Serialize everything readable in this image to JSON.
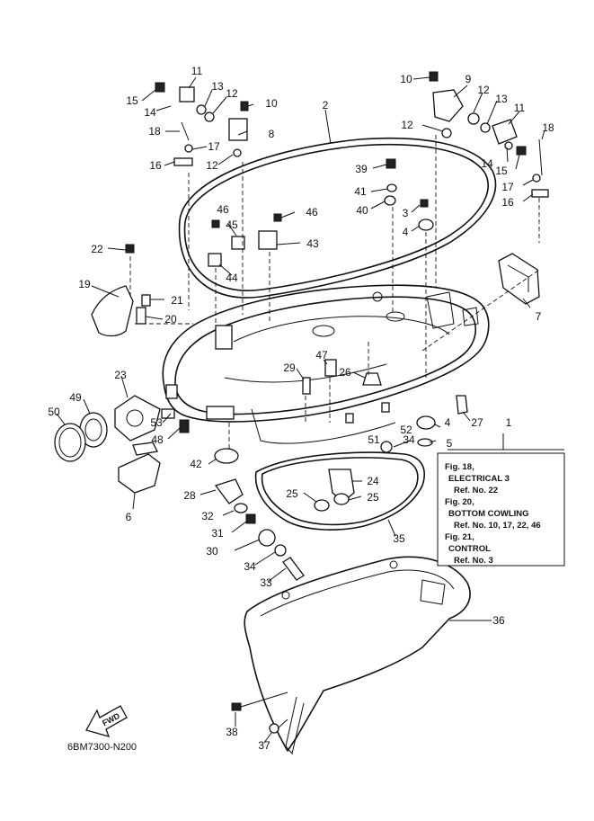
{
  "diagram_code": "6BM7300-N200",
  "fwd_label": "FWD",
  "note_lines": [
    "Fig. 18,",
    "ELECTRICAL 3",
    "Ref. No. 22",
    "Fig. 20,",
    "BOTTOM COWLING",
    "Ref. No. 10, 17, 22, 46",
    "Fig. 21,",
    "CONTROL",
    "Ref. No. 3"
  ],
  "callouts": [
    {
      "id": "c11a",
      "text": "11"
    },
    {
      "id": "c15a",
      "text": "15"
    },
    {
      "id": "c14a",
      "text": "14"
    },
    {
      "id": "c13a",
      "text": "13"
    },
    {
      "id": "c12a",
      "text": "12"
    },
    {
      "id": "c10a",
      "text": "10"
    },
    {
      "id": "c18a",
      "text": "18"
    },
    {
      "id": "c17a",
      "text": "17"
    },
    {
      "id": "c8",
      "text": "8"
    },
    {
      "id": "c16a",
      "text": "16"
    },
    {
      "id": "c12b",
      "text": "12"
    },
    {
      "id": "c2",
      "text": "2"
    },
    {
      "id": "c10b",
      "text": "10"
    },
    {
      "id": "c9",
      "text": "9"
    },
    {
      "id": "c12c",
      "text": "12"
    },
    {
      "id": "c13b",
      "text": "13"
    },
    {
      "id": "c12d",
      "text": "12"
    },
    {
      "id": "c11b",
      "text": "11"
    },
    {
      "id": "c18b",
      "text": "18"
    },
    {
      "id": "c14b",
      "text": "14"
    },
    {
      "id": "c15b",
      "text": "15"
    },
    {
      "id": "c17b",
      "text": "17"
    },
    {
      "id": "c16b",
      "text": "16"
    },
    {
      "id": "c39",
      "text": "39"
    },
    {
      "id": "c41",
      "text": "41"
    },
    {
      "id": "c40",
      "text": "40"
    },
    {
      "id": "c3",
      "text": "3"
    },
    {
      "id": "c4a",
      "text": "4"
    },
    {
      "id": "c46a",
      "text": "46"
    },
    {
      "id": "c45",
      "text": "45"
    },
    {
      "id": "c46b",
      "text": "46"
    },
    {
      "id": "c43",
      "text": "43"
    },
    {
      "id": "c44",
      "text": "44"
    },
    {
      "id": "c22",
      "text": "22"
    },
    {
      "id": "c19",
      "text": "19"
    },
    {
      "id": "c21",
      "text": "21"
    },
    {
      "id": "c20",
      "text": "20"
    },
    {
      "id": "c7",
      "text": "7"
    },
    {
      "id": "c29",
      "text": "29"
    },
    {
      "id": "c47",
      "text": "47"
    },
    {
      "id": "c26",
      "text": "26"
    },
    {
      "id": "c23",
      "text": "23"
    },
    {
      "id": "c49",
      "text": "49"
    },
    {
      "id": "c50",
      "text": "50"
    },
    {
      "id": "c53",
      "text": "53"
    },
    {
      "id": "c48",
      "text": "48"
    },
    {
      "id": "c27",
      "text": "27"
    },
    {
      "id": "c1",
      "text": "1"
    },
    {
      "id": "c52",
      "text": "52"
    },
    {
      "id": "c4b",
      "text": "4"
    },
    {
      "id": "c51",
      "text": "51"
    },
    {
      "id": "c34a",
      "text": "34"
    },
    {
      "id": "c5",
      "text": "5"
    },
    {
      "id": "c42",
      "text": "42"
    },
    {
      "id": "c6",
      "text": "6"
    },
    {
      "id": "c28",
      "text": "28"
    },
    {
      "id": "c24",
      "text": "24"
    },
    {
      "id": "c25a",
      "text": "25"
    },
    {
      "id": "c25b",
      "text": "25"
    },
    {
      "id": "c32",
      "text": "32"
    },
    {
      "id": "c31",
      "text": "31"
    },
    {
      "id": "c30",
      "text": "30"
    },
    {
      "id": "c35",
      "text": "35"
    },
    {
      "id": "c34b",
      "text": "34"
    },
    {
      "id": "c33",
      "text": "33"
    },
    {
      "id": "c36",
      "text": "36"
    },
    {
      "id": "c38",
      "text": "38"
    },
    {
      "id": "c37",
      "text": "37"
    }
  ]
}
